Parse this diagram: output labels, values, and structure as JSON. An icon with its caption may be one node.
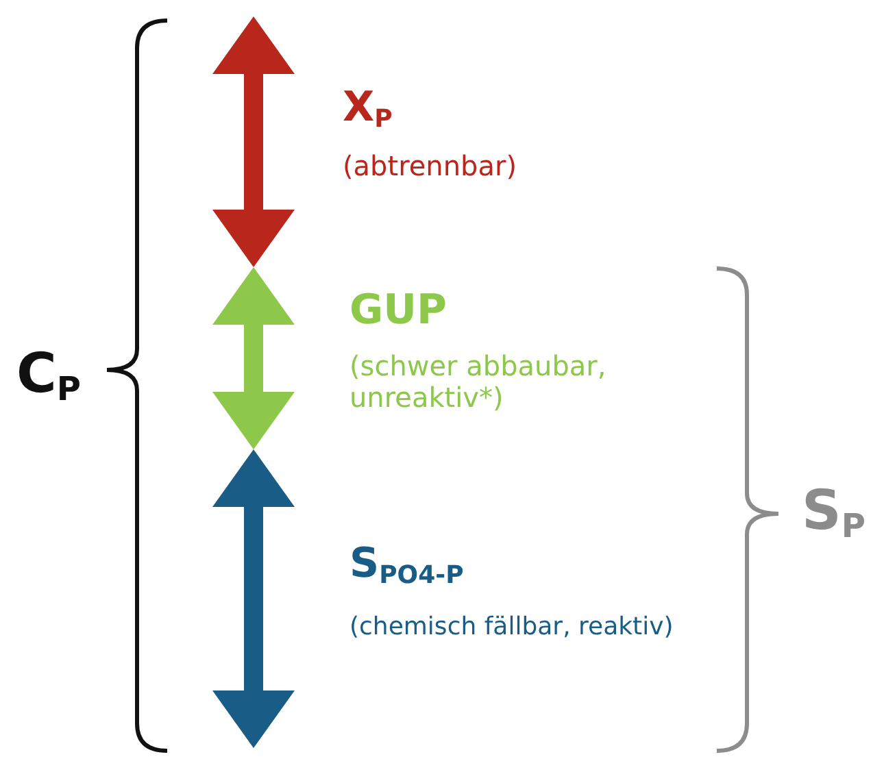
{
  "diagram": {
    "labels": [
      "X$_{P}$",
      "(abtrennbar)",
      "GUP",
      "(schwer abbaubar, unreaktiv*)",
      "C$_{P}$",
      "S$_{P}$",
      "S$_{PO4-P}$",
      "(chemisch fällbar, reaktiv)"
    ]
  }
}
